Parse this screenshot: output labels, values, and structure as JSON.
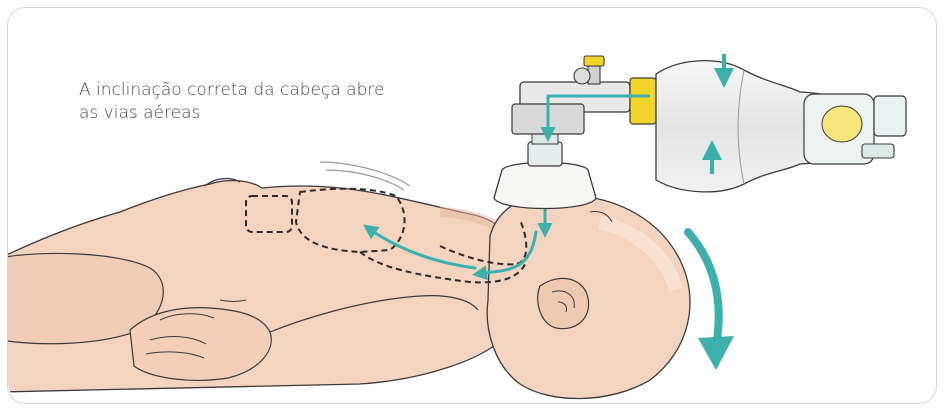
{
  "caption": {
    "line1": "A inclinação correta da cabeça abre",
    "line2": "as vias aéreas"
  },
  "colors": {
    "accent": "#3bb0ad",
    "skin": "#f3d4c0",
    "skin_shade": "#e2b59f",
    "outline": "#3a3a3a",
    "border": "#d7d7d7",
    "valve_yellow": "#f2d52a"
  },
  "icons": [
    "infant-manikin",
    "resuscitation-bag",
    "face-mask",
    "airflow-arrows",
    "head-tilt-arrow",
    "chest-outline"
  ]
}
